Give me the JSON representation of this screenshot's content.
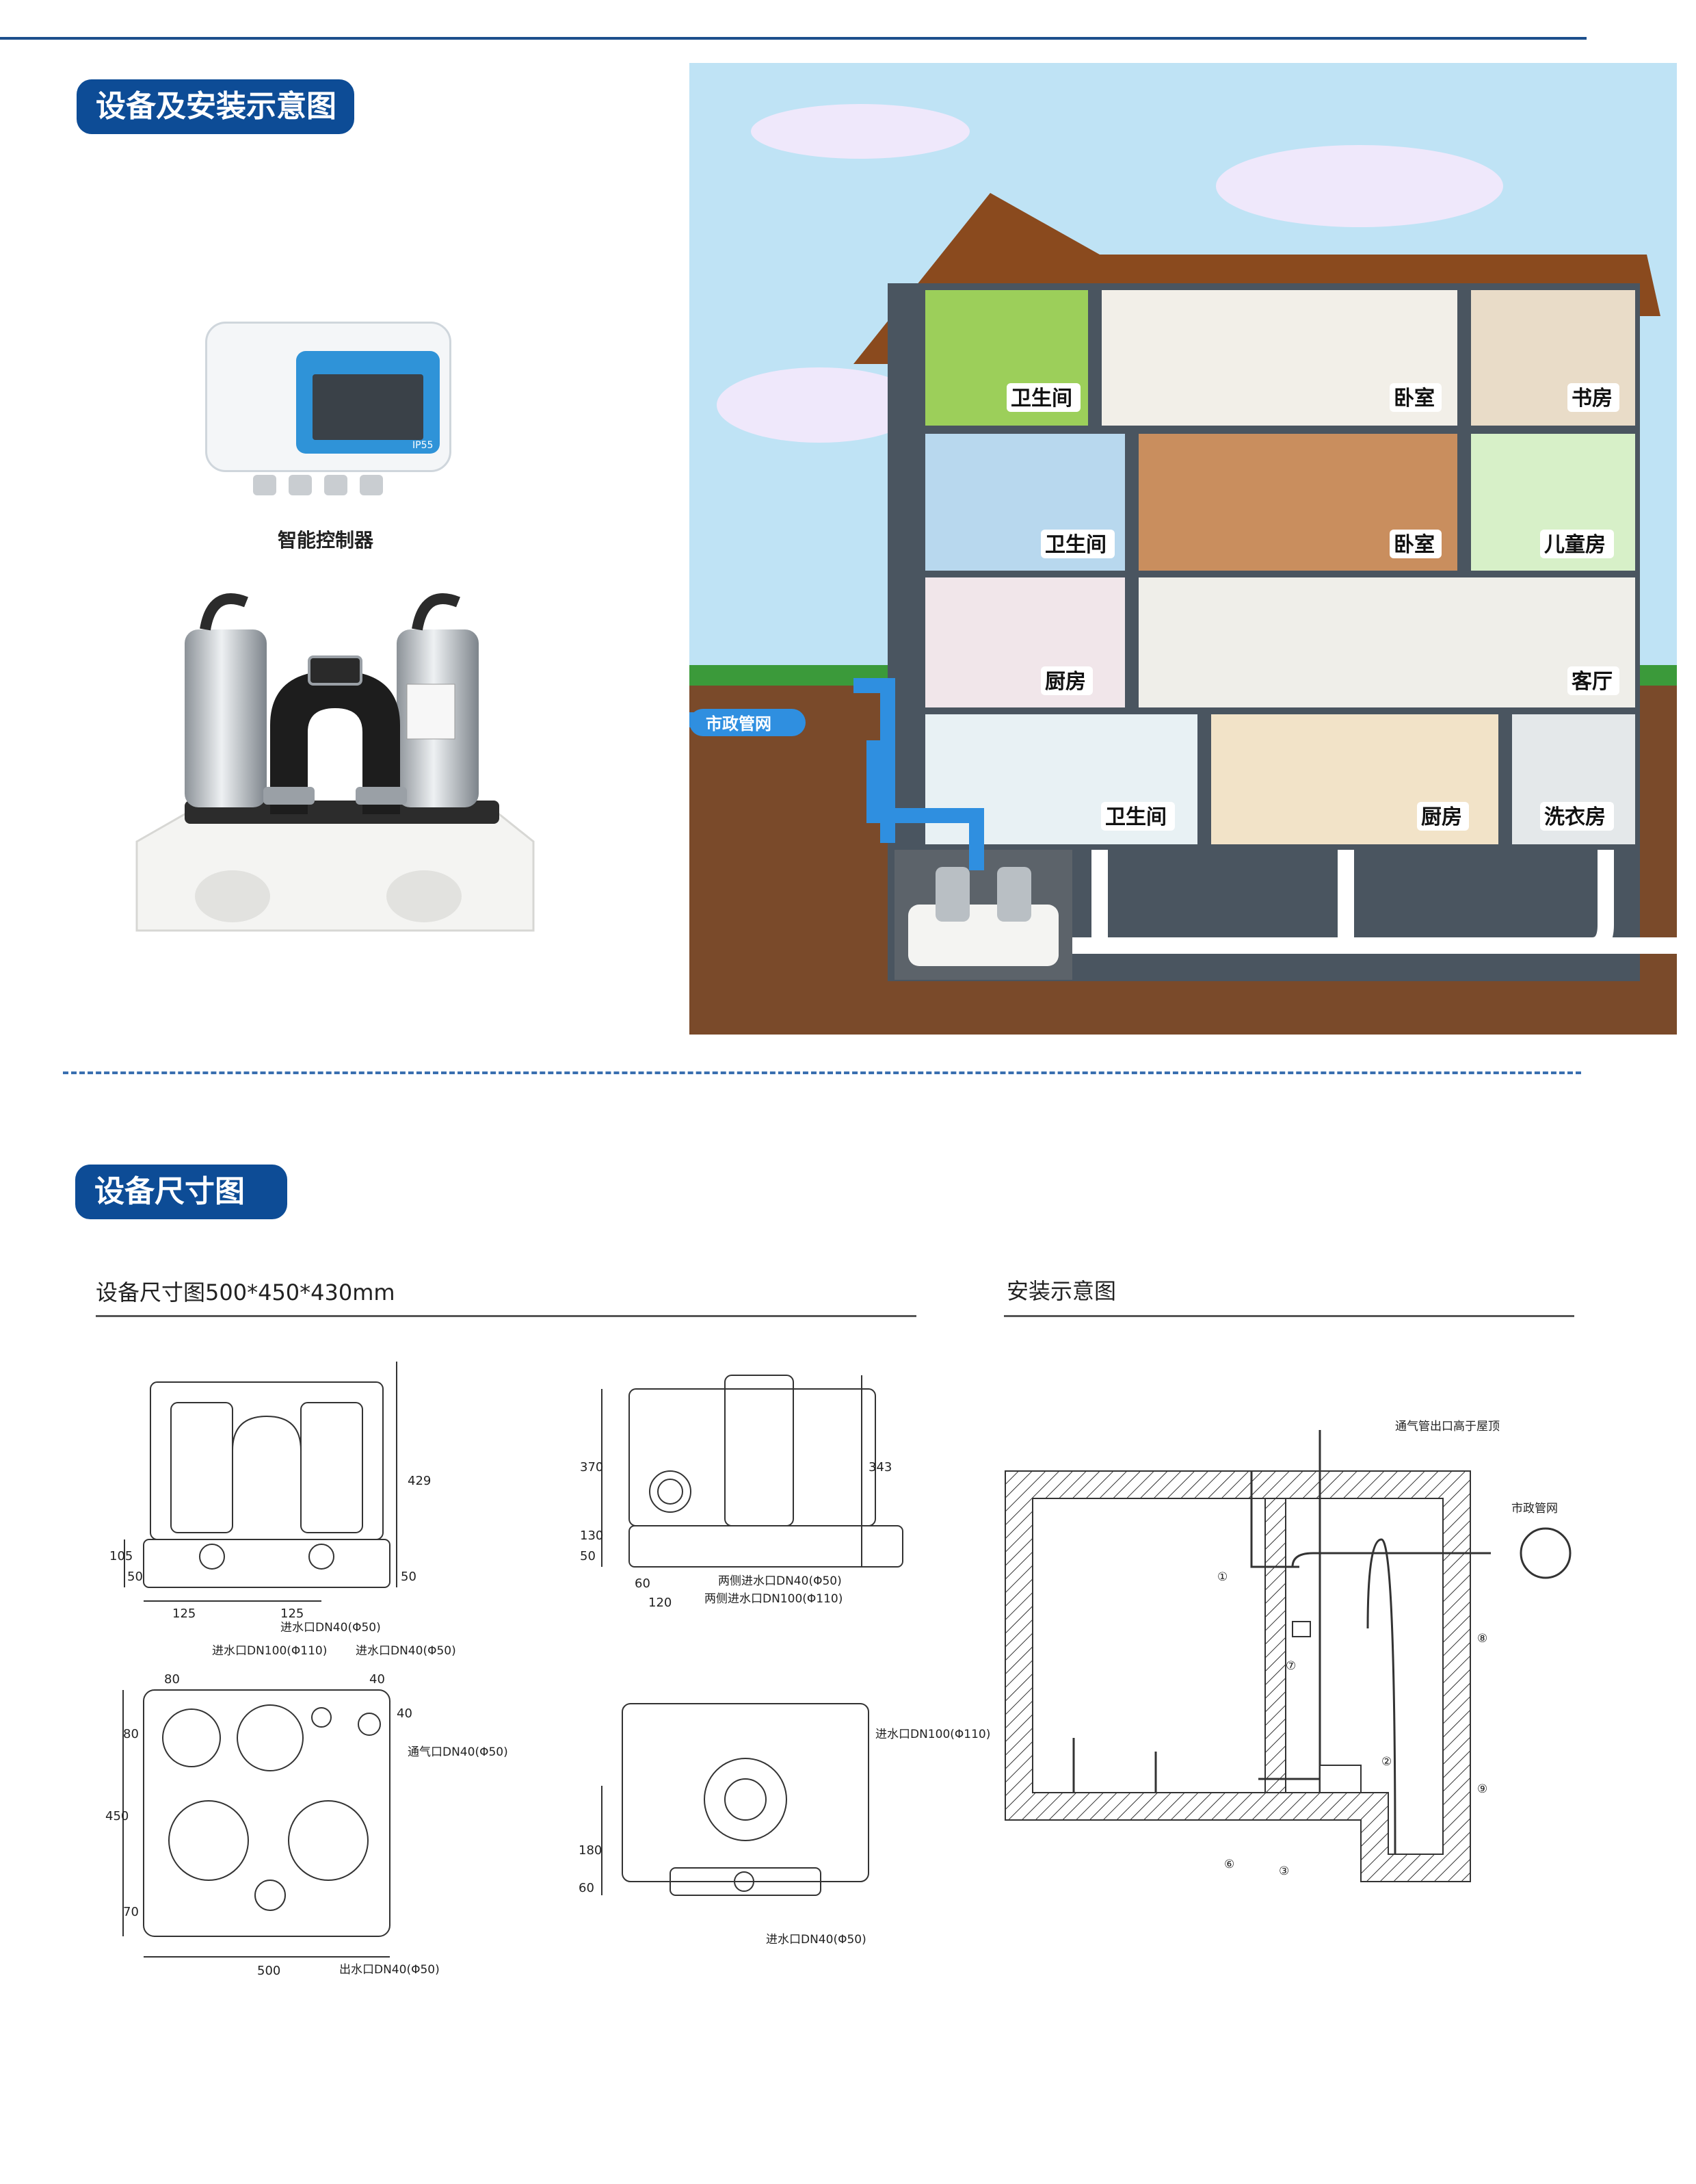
{
  "sections": {
    "install": {
      "heading": "设备及安装示意图"
    },
    "size": {
      "heading": "设备尺寸图"
    }
  },
  "controller": {
    "caption": "智能控制器",
    "screen_badge": "IP55"
  },
  "house": {
    "rooms": [
      "卫生间",
      "卧室",
      "书房",
      "卫生间",
      "卧室",
      "儿童房",
      "厨房",
      "客厅",
      "卫生间",
      "厨房",
      "洗衣房"
    ],
    "sewer_label": "市政管网",
    "colors": {
      "sky": "#bfe3f5",
      "soil": "#7a4a2a",
      "wall": "#4a5560",
      "roof": "#8a4a1e",
      "flow": "#2f8fe0"
    }
  },
  "dimensions": {
    "title": "设备尺寸图500*450*430mm",
    "front_view": {
      "dims": [
        "429",
        "105",
        "50",
        "50",
        "125",
        "125"
      ],
      "note": "进水口DN40(Φ50)"
    },
    "side_view": {
      "dims": [
        "370",
        "130",
        "50",
        "343",
        "60",
        "120"
      ],
      "notes": [
        "两侧进水口DN40(Φ50)",
        "两侧进水口DN100(Φ110)"
      ]
    },
    "top_view": {
      "dims": [
        "80",
        "80",
        "40",
        "40",
        "450",
        "70",
        "500"
      ],
      "notes": [
        "进水口DN100(Φ110)",
        "进水口DN40(Φ50)",
        "通气口DN40(Φ50)",
        "出水口DN40(Φ50)"
      ]
    },
    "back_view": {
      "dims": [
        "180",
        "60"
      ],
      "notes": [
        "进水口DN100(Φ110)",
        "进水口DN40(Φ50)"
      ]
    }
  },
  "installation": {
    "title": "安装示意图",
    "vent_note": "通气管出口高于屋顶",
    "sewer_note": "市政管网",
    "markers": [
      "①",
      "②",
      "③",
      "⑥",
      "⑦",
      "⑧",
      "⑨"
    ]
  }
}
